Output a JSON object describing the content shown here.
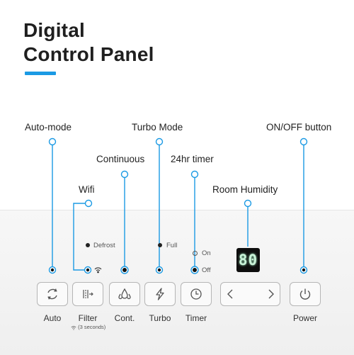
{
  "title": {
    "line1": "Digital",
    "line2": "Control Panel"
  },
  "accent_color": "#1b9ae4",
  "callouts": {
    "auto_mode": "Auto-mode",
    "wifi": "Wifi",
    "continuous": "Continuous",
    "turbo_mode": "Turbo Mode",
    "timer_24hr": "24hr timer",
    "room_humidity": "Room Humidity",
    "on_off": "ON/OFF button"
  },
  "indicators": {
    "defrost": "Defrost",
    "full": "Full",
    "on": "On",
    "off": "Off"
  },
  "display": {
    "value": "80"
  },
  "buttons": [
    {
      "label": "Auto",
      "icon": "refresh-icon"
    },
    {
      "label": "Filter",
      "icon": "filter-icon",
      "sub": "(3 seconds)"
    },
    {
      "label": "Cont.",
      "icon": "water-drops-icon"
    },
    {
      "label": "Turbo",
      "icon": "lightning-icon"
    },
    {
      "label": "Timer",
      "icon": "clock-icon"
    },
    {
      "label": "",
      "icon": "chevron-left-right-icon"
    },
    {
      "label": "Power",
      "icon": "power-icon"
    }
  ]
}
